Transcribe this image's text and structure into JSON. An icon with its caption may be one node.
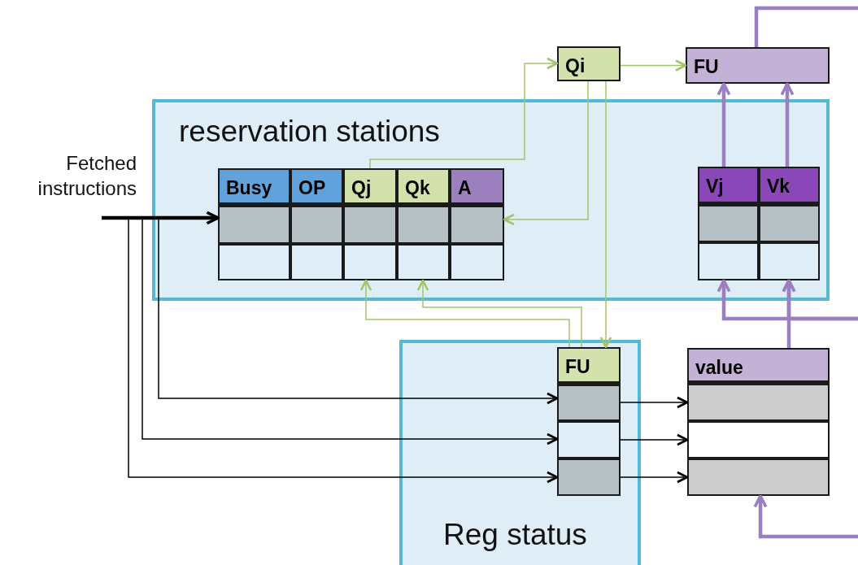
{
  "diagram": {
    "nodes": [
      {
        "text": [
          "Qi"
        ]
      },
      {
        "text": [
          "FU"
        ]
      },
      {
        "text": [
          "reservation stations"
        ]
      },
      {
        "text": [
          "Busy"
        ],
        "in": 2
      },
      {
        "text": [
          "OP"
        ],
        "in": 2
      },
      {
        "text": [
          "Qj"
        ],
        "in": 2
      },
      {
        "text": [
          "Qk"
        ],
        "in": 2
      },
      {
        "text": [
          "A"
        ],
        "in": 2
      },
      {
        "text": [],
        "shape": "box",
        "in": 2
      },
      {
        "text": [],
        "shape": "box",
        "in": 2
      },
      {
        "text": [],
        "shape": "box",
        "in": 2
      },
      {
        "text": [],
        "shape": "box",
        "in": 2
      },
      {
        "text": [],
        "shape": "box",
        "in": 2
      },
      {
        "text": [],
        "shape": "box",
        "in": 2
      },
      {
        "text": [],
        "shape": "box",
        "in": 2
      },
      {
        "text": [],
        "shape": "box",
        "in": 2
      },
      {
        "text": [],
        "shape": "box",
        "in": 2
      },
      {
        "text": [],
        "shape": "box",
        "in": 2
      },
      {
        "text": [
          "Vj"
        ],
        "in": 2
      },
      {
        "text": [
          "Vk"
        ],
        "in": 2
      },
      {
        "text": [],
        "shape": "box",
        "in": 2
      },
      {
        "text": [],
        "shape": "box",
        "in": 2
      },
      {
        "text": [],
        "shape": "box",
        "in": 2
      },
      {
        "text": [],
        "shape": "box",
        "in": 2
      },
      {
        "text": [
          "Fetched instructions"
        ]
      },
      {
        "text": [
          "Reg status"
        ]
      },
      {
        "text": [
          "FU"
        ],
        "in": 25
      },
      {
        "text": [],
        "shape": "box",
        "in": 25
      },
      {
        "text": [],
        "shape": "box",
        "in": 25
      },
      {
        "text": [],
        "shape": "box",
        "in": 25
      },
      {
        "text": [
          "value"
        ]
      },
      {
        "text": [],
        "shape": "box"
      },
      {
        "text": [],
        "shape": "box"
      },
      {
        "text": [],
        "shape": "box"
      }
    ],
    "edges": [
      {
        "from": 5,
        "to": 0,
        "arrow": "to",
        "color": "#a3c46b"
      },
      {
        "from": 0,
        "to": 1,
        "arrow": "to",
        "color": "#a3c46b"
      },
      {
        "from": 0,
        "to": 12,
        "arrow": "to",
        "color": "#a3c46b"
      },
      {
        "from": 0,
        "to": 26,
        "arrow": "to",
        "color": "#a3c46b"
      },
      {
        "from": 26,
        "to": 15,
        "arrow": "to",
        "color": "#a3c46b"
      },
      {
        "from": 26,
        "to": 16,
        "arrow": "to",
        "color": "#a3c46b"
      },
      {
        "from": 18,
        "to": 1,
        "arrow": "to",
        "style": "thick",
        "color": "#9a80c0"
      },
      {
        "from": 19,
        "to": 1,
        "arrow": "to",
        "style": "thick",
        "color": "#9a80c0"
      },
      {
        "from": 1,
        "to": null,
        "arrow": "none",
        "style": "thick",
        "color": "#9a80c0"
      },
      {
        "from": null,
        "to": 22,
        "arrow": "to",
        "style": "thick",
        "color": "#9a80c0"
      },
      {
        "from": null,
        "to": 23,
        "arrow": "to",
        "style": "thick",
        "color": "#9a80c0"
      },
      {
        "from": 30,
        "to": 23,
        "arrow": "to",
        "style": "thick",
        "color": "#9a80c0"
      },
      {
        "from": null,
        "to": 33,
        "arrow": "to",
        "style": "thick",
        "color": "#9a80c0"
      },
      {
        "from": 24,
        "to": 8,
        "arrow": "to",
        "style": "thick",
        "color": "#000000"
      },
      {
        "from": 24,
        "to": 27,
        "arrow": "to",
        "color": "#000000"
      },
      {
        "from": 24,
        "to": 28,
        "arrow": "to",
        "color": "#000000"
      },
      {
        "from": 24,
        "to": 29,
        "arrow": "to",
        "color": "#000000"
      },
      {
        "from": 27,
        "to": 31,
        "arrow": "to",
        "color": "#000000"
      },
      {
        "from": 28,
        "to": 32,
        "arrow": "to",
        "color": "#000000"
      },
      {
        "from": 29,
        "to": 33,
        "arrow": "to",
        "color": "#000000"
      }
    ]
  }
}
